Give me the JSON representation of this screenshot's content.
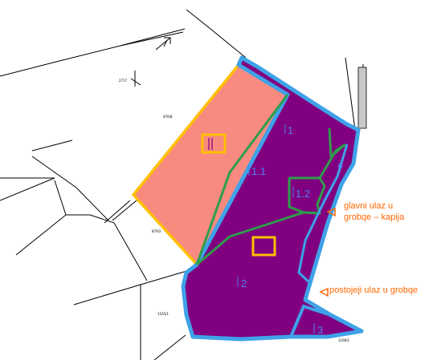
{
  "colors": {
    "site_fill": "#800080",
    "zone_outline": "#2e9e4a",
    "boundary": "#3fa2e8",
    "extension_fill": "#f88a80",
    "extension_outline": "#ffc000",
    "annotation": "#ff6600",
    "zone_label": "#4f7ff0",
    "cadastral": "#000000"
  },
  "zones": [
    {
      "id": "1",
      "label": "1"
    },
    {
      "id": "1.1",
      "label": "1.1"
    },
    {
      "id": "1.2",
      "label": "1.2"
    },
    {
      "id": "2",
      "label": "2"
    },
    {
      "id": "3",
      "label": "3"
    },
    {
      "id": "4",
      "label": "4"
    }
  ],
  "annotations": {
    "main_entrance_line1": "glavni ulaz u",
    "main_entrance_line2": "grobqe – kapija",
    "existing_entrance": "postojeji ulaz u grobqe"
  },
  "cadastral_labels": [
    "2717",
    "876/8",
    "876/2",
    "1165/1",
    "1166/1"
  ],
  "icons": [
    "north-arrow-icon",
    "entrance-marker-icon"
  ]
}
